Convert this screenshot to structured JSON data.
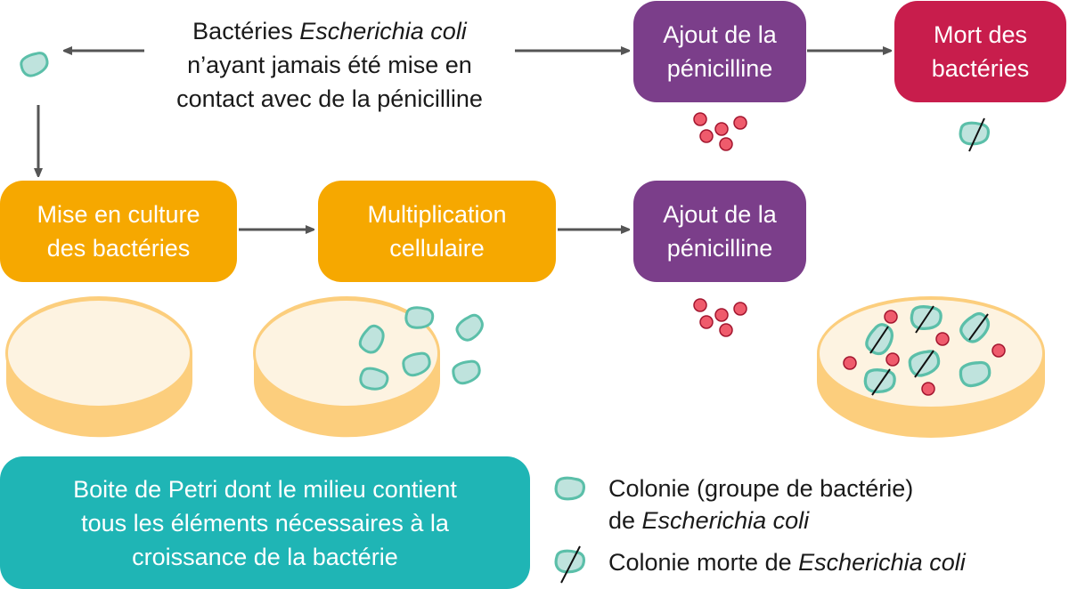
{
  "source_text": {
    "line1_prefix": "Bactéries ",
    "line1_italic": "Escherichia coli",
    "line2": "n’ayant jamais été mise en",
    "line3": "contact avec de la pénicilline"
  },
  "boxes": {
    "top_penicillin": {
      "line1": "Ajout de la",
      "line2": "pénicilline"
    },
    "death": {
      "line1": "Mort des",
      "line2": "bactéries"
    },
    "culture": {
      "line1": "Mise en culture",
      "line2": "des bactéries"
    },
    "multiplication": {
      "line1": "Multiplication",
      "line2": "cellulaire"
    },
    "mid_penicillin": {
      "line1": "Ajout de la",
      "line2": "pénicilline"
    },
    "petri_info": {
      "line1": "Boite de Petri dont le milieu contient",
      "line2": "tous les éléments nécessaires à la",
      "line3": "croissance de la bactérie"
    }
  },
  "legend": {
    "colony_line1": "Colonie (groupe de bactérie)",
    "colony_line2_prefix": "de ",
    "colony_line2_italic": "Escherichia coli",
    "dead_prefix": "Colonie morte de ",
    "dead_italic": "Escherichia coli",
    "colony_icon": "colony-icon",
    "dead_colony_icon": "dead-colony-icon"
  },
  "colors": {
    "orange": "#f6a800",
    "purple": "#7b3e8a",
    "red": "#c81d4c",
    "teal": "#1fb5b5",
    "colony_fill": "#bfe3dd",
    "colony_stroke": "#5bbfa9",
    "penicillin_fill": "#ef5b6c",
    "penicillin_stroke": "#a3162f",
    "petri_top": "#fdf3e1",
    "petri_side": "#fcce7d",
    "arrow": "#555555"
  }
}
